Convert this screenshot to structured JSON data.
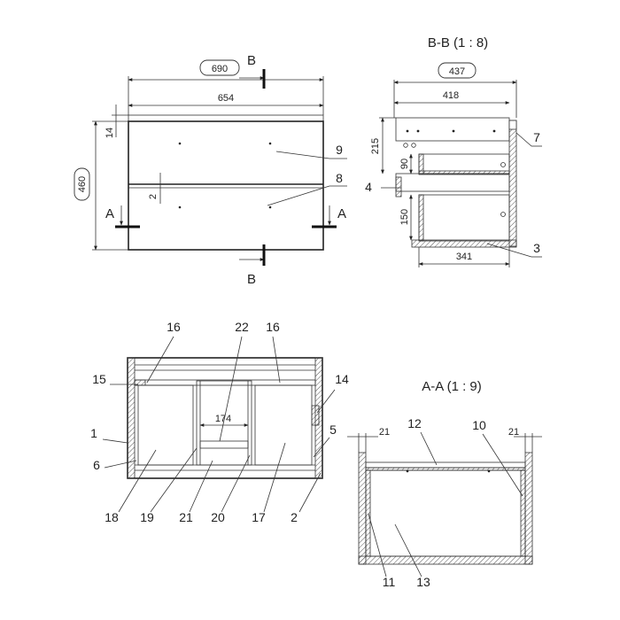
{
  "front_view": {
    "dims": {
      "overall_width": "690",
      "inner_width": "654",
      "height": "460",
      "top_thickness": "14",
      "gap": "2"
    },
    "section_marks": {
      "a": "A",
      "b": "B"
    },
    "callouts": {
      "upper_drawer": "9",
      "lower_drawer": "8"
    }
  },
  "section_bb": {
    "title": "B-B (1 : 8)",
    "dims": {
      "depth_overall": "437",
      "depth": "418",
      "drawer_depth": "341",
      "upper_height": "215",
      "drawer_height": "90",
      "lower_height": "150"
    },
    "callouts": {
      "side": "7",
      "handle": "4",
      "bottom": "3"
    }
  },
  "exploded_view": {
    "dims": {
      "inner": "174"
    },
    "callouts": {
      "c1": "1",
      "c2": "2",
      "c5": "5",
      "c6": "6",
      "c14": "14",
      "c15": "15",
      "c16a": "16",
      "c16b": "16",
      "c17": "17",
      "c18": "18",
      "c19": "19",
      "c20": "20",
      "c21": "21",
      "c22": "22"
    }
  },
  "section_aa": {
    "title": "A-A (1 : 9)",
    "dims": {
      "left_side": "21",
      "right_side": "21"
    },
    "callouts": {
      "c10": "10",
      "c11": "11",
      "c12": "12",
      "c13": "13"
    }
  }
}
